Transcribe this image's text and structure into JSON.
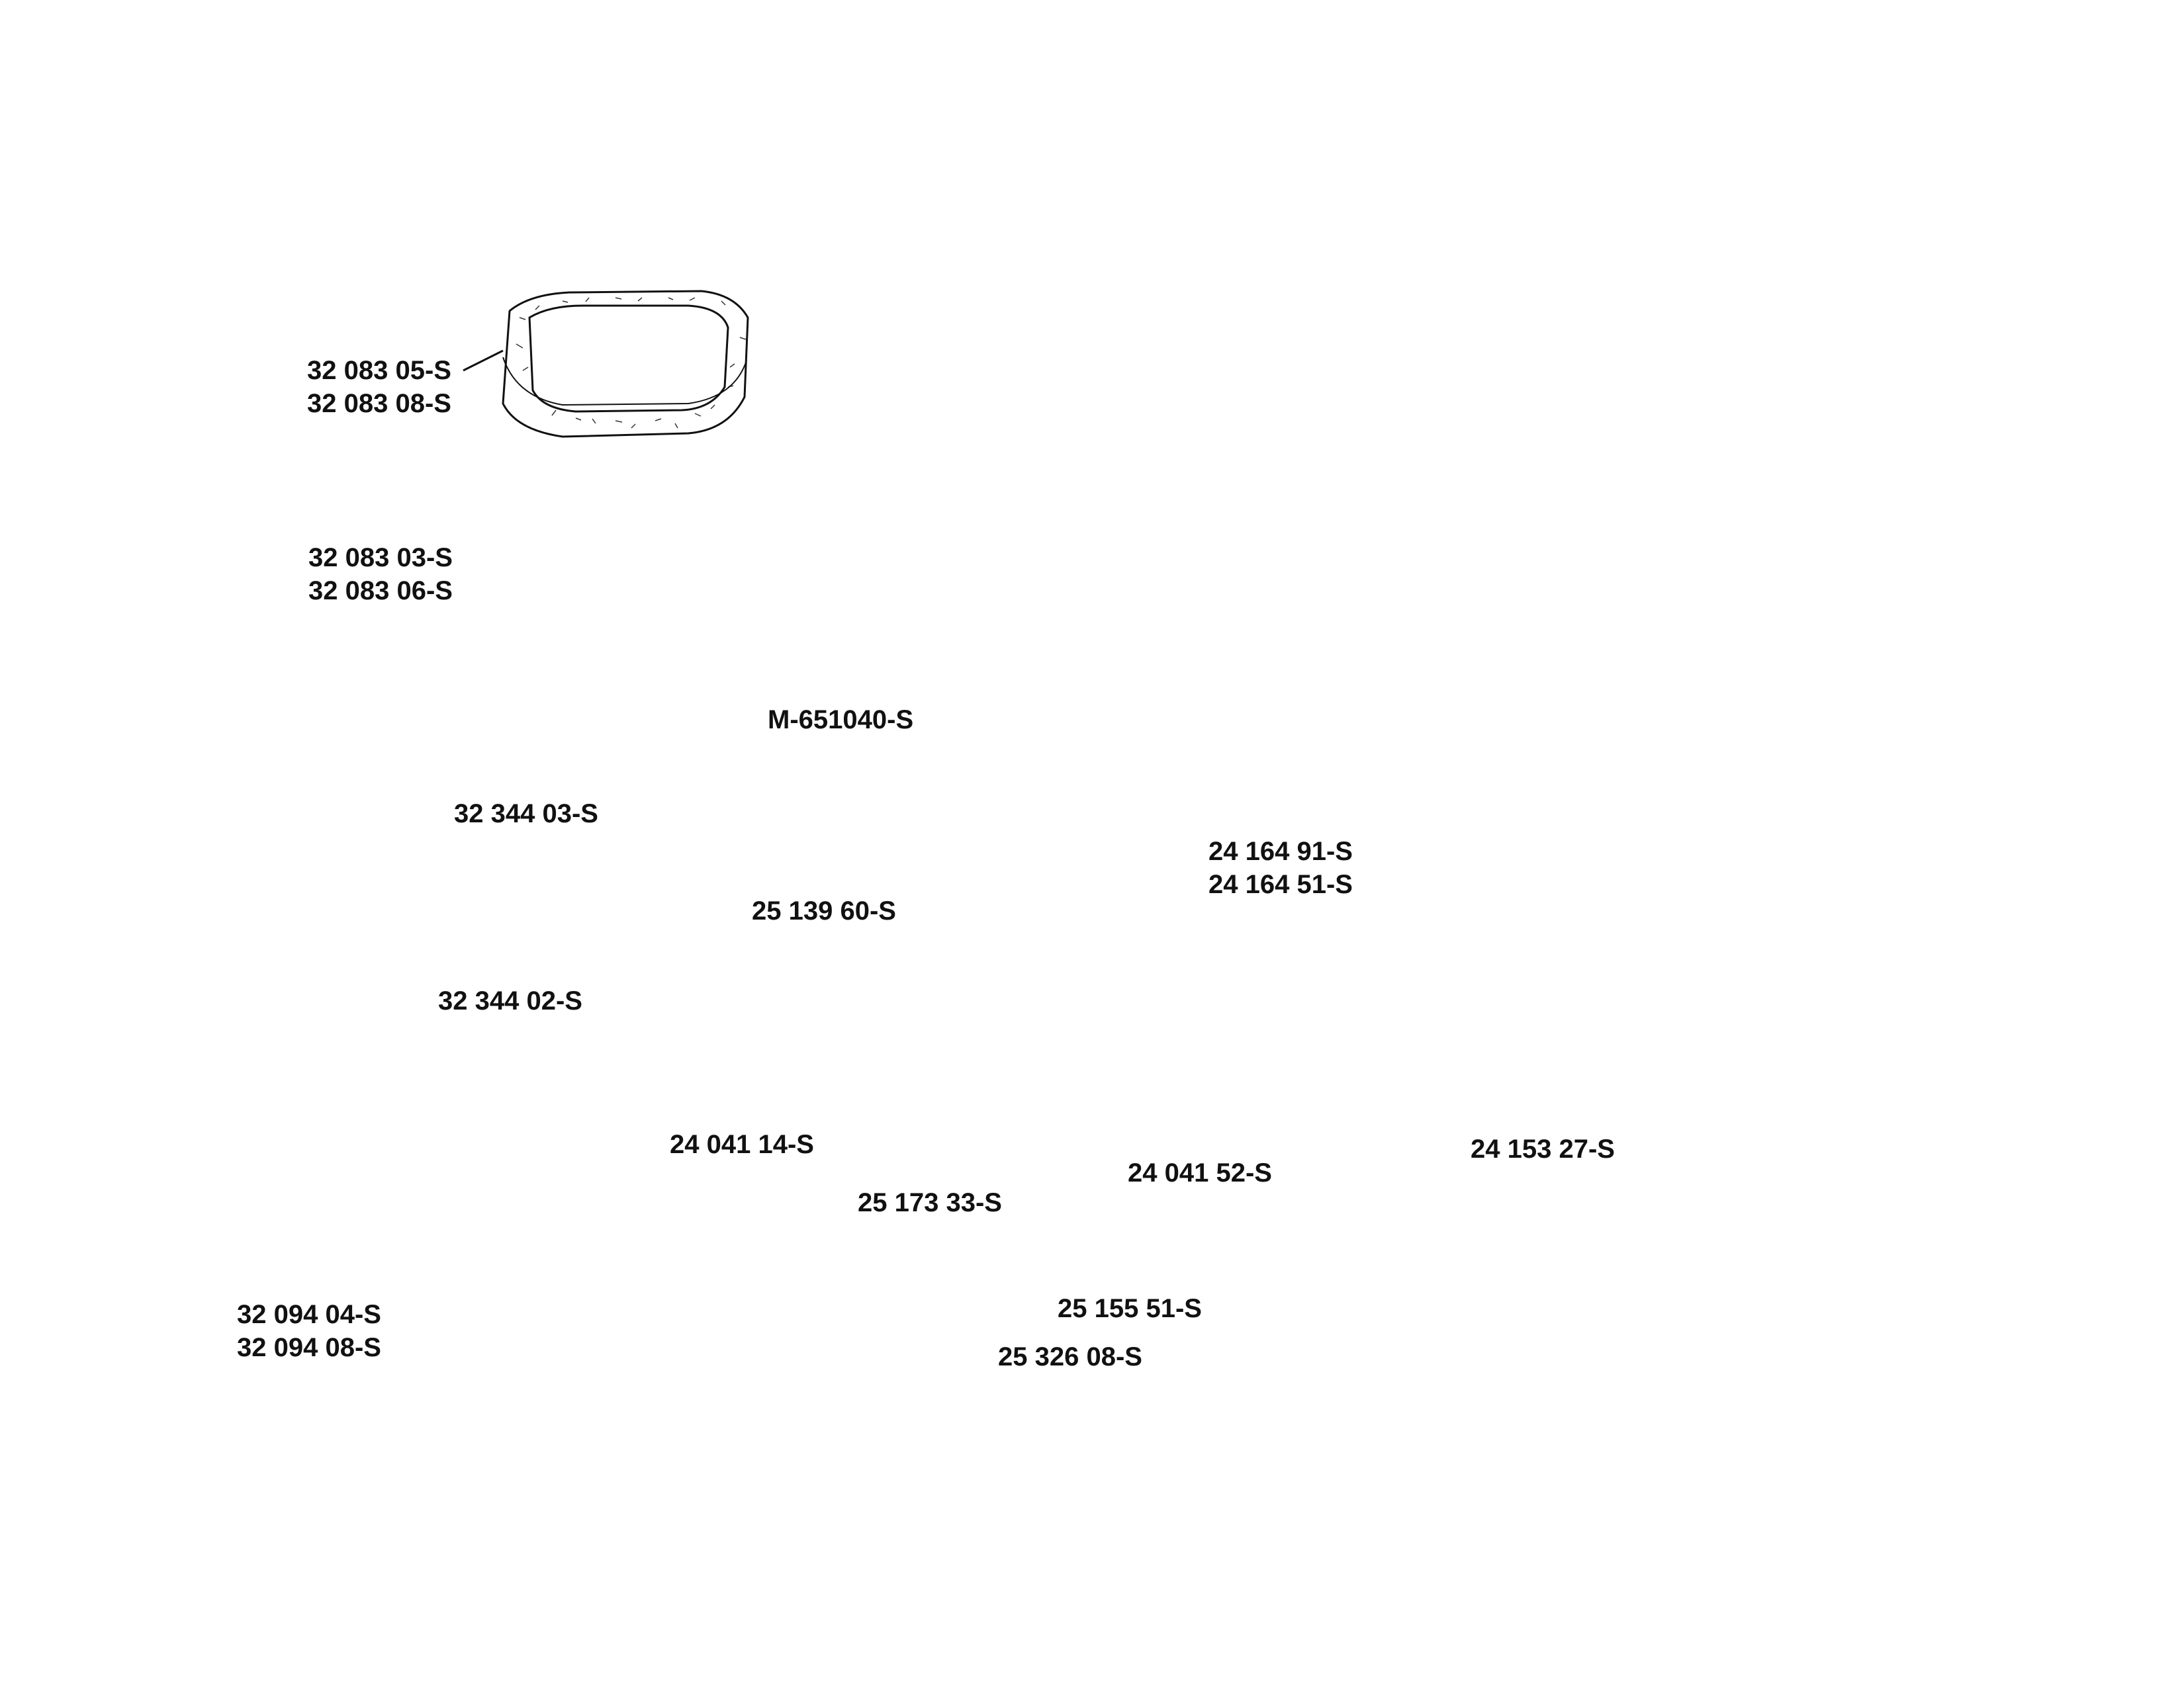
{
  "parts": {
    "pre_filter": [
      "32 083 05-S",
      "32 083 08-S"
    ],
    "air_filter_element": [
      "32 083 03-S",
      "32 083 06-S"
    ],
    "bolt": "M-651040-S",
    "wire_clip_upper": "32 344 03-S",
    "wire_clip_lower": "32 344 02-S",
    "screw": "25 139 60-S",
    "manifold": [
      "24 164 91-S",
      "24 164 51-S"
    ],
    "manifold_gasket": "24 041 52-S",
    "seal_ring": "24 153 27-S",
    "base_gasket": "24 041 14-S",
    "pin_short": "25 173 33-S",
    "latch": "25 155 51-S",
    "pin_long": "25 326 08-S",
    "air_cleaner_base": [
      "32 094 04-S",
      "32 094 08-S"
    ]
  },
  "colors": {
    "ink": "#111111",
    "background": "#ffffff"
  }
}
